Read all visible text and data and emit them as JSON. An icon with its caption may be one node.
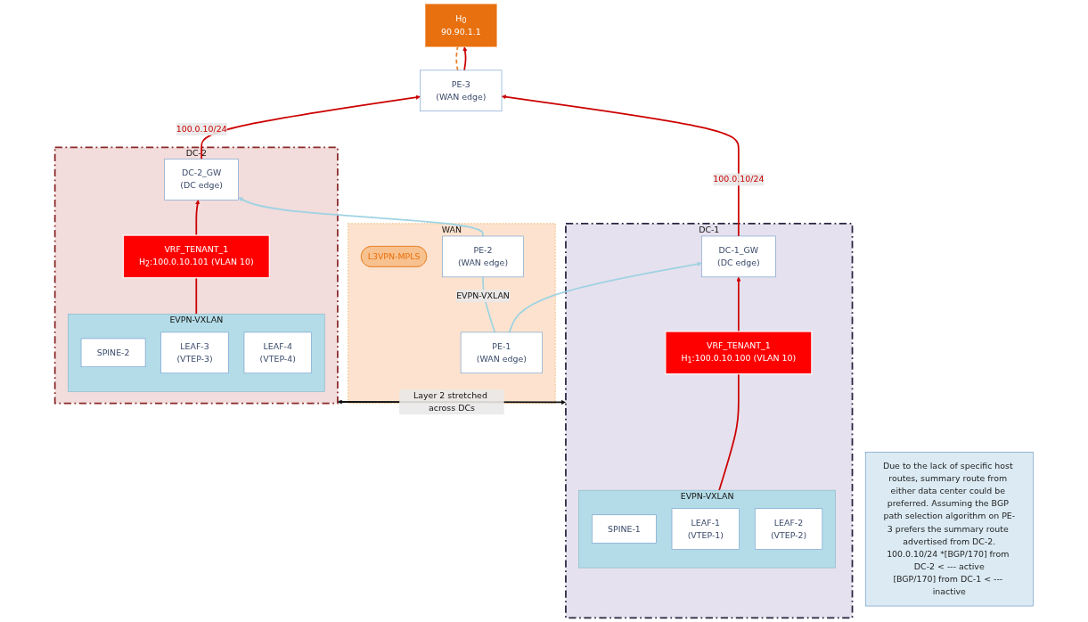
{
  "diagram": {
    "nodes": [
      {
        "text": [
          "H$_{0}$",
          "90.90.1.1"
        ]
      },
      {
        "text": [
          "Due to the lack of specific host routes, summary route from either data center could be preferred. Assuming the BGP path selection algorithm on PE-3 prefers the summary route advertised from DC-2.",
          "100.0.10/24 *[BGP/170] from DC-2 < --- active",
          "[BGP/170] from DC-1 < --- inactive"
        ]
      },
      {
        "text": [
          "DC-1"
        ]
      },
      {
        "text": [
          "DC-1_GW",
          "(DC edge)"
        ],
        "in": 2
      },
      {
        "text": [
          "EVPN-VXLAN"
        ],
        "in": 2
      },
      {
        "text": [
          "SPINE-1"
        ],
        "in": 4
      },
      {
        "text": [
          "LEAF-1",
          "(VTEP-1)"
        ],
        "in": 4
      },
      {
        "text": [
          "LEAF-2",
          "(VTEP-2)"
        ],
        "in": 4
      },
      {
        "text": [
          "VRF_TENANT_1",
          "H$_{1}$:100.0.10.100 (VLAN 10)"
        ],
        "in": 2
      },
      {
        "text": [
          "PE-3",
          "(WAN edge)"
        ]
      },
      {
        "text": [
          "WAN"
        ]
      },
      {
        "text": [
          "L3VPN-MPLS"
        ],
        "in": 10
      },
      {
        "text": [
          "PE-1",
          "(WAN edge)"
        ],
        "in": 10
      },
      {
        "text": [
          "PE-2",
          "(WAN edge)"
        ],
        "in": 10
      },
      {
        "text": [
          "DC-2"
        ]
      },
      {
        "text": [
          "DC-2_GW",
          "(DC edge)"
        ],
        "in": 14
      },
      {
        "text": [
          "EVPN-VXLAN"
        ],
        "in": 14
      },
      {
        "text": [
          "SPINE-2"
        ],
        "in": 16
      },
      {
        "text": [
          "LEAF-3",
          "(VTEP-3)"
        ],
        "in": 16
      },
      {
        "text": [
          "LEAF-4",
          "(VTEP-4)"
        ],
        "in": 16
      },
      {
        "text": [
          "VRF_TENANT_1",
          "H$_{2}$:100.0.10.101 (VLAN 10)"
        ],
        "in": 14
      }
    ],
    "edges": [
      {
        "from": 8,
        "to": 3,
        "arrow": "to"
      },
      {
        "from": 3,
        "to": 9,
        "arrow": "to",
        "label": "100.0.10/24"
      },
      {
        "from": 15,
        "to": 9,
        "arrow": "to",
        "label": "100.0.10/24"
      },
      {
        "from": 20,
        "to": 15,
        "arrow": "to"
      },
      {
        "from": 9,
        "to": 0,
        "arrow": "to"
      },
      {
        "from": 9,
        "to": 0,
        "arrow": "none",
        "style": "dashed",
        "color": "#e8822a"
      },
      {
        "from": 4,
        "to": 8,
        "arrow": "none"
      },
      {
        "from": 16,
        "to": 20,
        "arrow": "none"
      },
      {
        "from": 12,
        "to": 3,
        "arrow": "to",
        "color": "#9fd3e3"
      },
      {
        "from": 12,
        "to": 13,
        "arrow": "none",
        "label": "EVPN-VXLAN",
        "color": "#9fd3e3"
      },
      {
        "from": 13,
        "to": 15,
        "arrow": "to",
        "color": "#9fd3e3"
      },
      {
        "from": 2,
        "to": 14,
        "arrow": "both",
        "label": "Layer 2 stretched across DCs",
        "color": "#111111"
      }
    ]
  }
}
